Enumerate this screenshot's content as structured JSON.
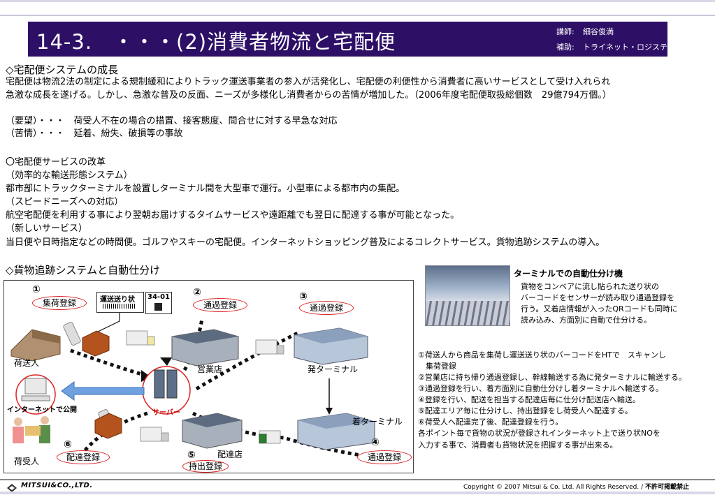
{
  "header": {
    "title": "14-3.　・・・(2)消費者物流と宅配便",
    "instructor_key": "講師:",
    "instructor": "細谷俊満",
    "assistant_key": "補助:",
    "assistant": "トライネット・ロジスティクス"
  },
  "section1": {
    "heading": "◇宅配便システムの成長",
    "lines": [
      "宅配便は物流2法の制定による規制緩和によりトラック運送事業者の参入が活発化し、宅配便の利便性から消費者に高いサービスとして受け入れられ",
      "急激な成長を遂げる。しかし、急激な普及の反面、ニーズが多様化し消費者からの苦情が増加した。（2006年度宅配便取扱総個数　29億794万個。）"
    ],
    "demands": "（要望）・・・　荷受人不在の場合の措置、接客態度、問合せに対する早急な対応",
    "complaints": "（苦情）・・・　延着、紛失、破損等の事故"
  },
  "section2": {
    "heading": "〇宅配便サービスの改革",
    "lines": [
      "（効率的な輸送形態システム）",
      "都市部にトラックターミナルを設置しターミナル間を大型車で運行。小型車による都市内の集配。",
      "（スピードニーズへの対応）",
      "航空宅配便を利用する事により翌朝お届けするタイムサービスや遠距離でも翌日に配達する事が可能となった。",
      "（新しいサービス）",
      "当日便や日時指定などの時間便。ゴルフやスキーの宅配便。インターネットショッピング普及によるコレクトサービス。貨物追跡システムの導入。"
    ]
  },
  "section3": {
    "heading": "◇貨物追跡システムと自動仕分け"
  },
  "diagram": {
    "steps": {
      "s1_num": "①",
      "s1": "集荷登録",
      "s2_num": "②",
      "s2": "通過登録",
      "s3_num": "③",
      "s3": "通過登録",
      "s4_num": "④",
      "s4": "通過登録",
      "s5_num": "⑤",
      "s5": "持出登録",
      "s6_num": "⑥",
      "s6": "配達登録"
    },
    "slip_label": "運送送り状",
    "slip_code": "34-01",
    "shipper": "荷送人",
    "branch": "営業店",
    "origin_terminal": "発ターミナル",
    "dest_terminal": "着ターミナル",
    "delivery_branch": "配達店",
    "server": "サーバー",
    "internet": "インターネットで公開",
    "receiver": "荷受人"
  },
  "photo_caption": {
    "title": "ターミナルでの自動仕分け機",
    "lines": [
      "貨物をコンベアに流し貼られた送り状の",
      "バーコードをセンサーが読み取り通過登録を",
      "行う。又着店情報が入ったQRコードも同時に",
      "読み込み、方面別に自動で仕分ける。"
    ]
  },
  "steps_text": [
    "①荷送人から商品を集荷し運送送り状のバーコードをHTで　スキャンし",
    "　集荷登録",
    "②営業店に持ち帰り通過登録し、幹線輸送する為に発ターミナルに輸送する。",
    "③通過登録を行い、着方面別に自動仕分けし着ターミナルへ輸送する。",
    "④登録を行い、配送を担当する配達店毎に仕分け配送店へ輸送。",
    "⑤配達エリア毎に仕分けし、持出登録をし荷受人へ配達する。",
    "⑥荷受人へ配達完了後、配達登録を行う。",
    "各ポイント毎で貨物の状況が登録されインターネット上で送り状NOを",
    "入力する事で、消費者も貨物状況を把握する事が出来る。"
  ],
  "footer": {
    "logo": "MITSUI&CO.,LTD.",
    "copyright": "Copyright © 2007 Mitsui & Co. Ltd. All Rights Reserved. / ",
    "notice": "不許可掲載禁止"
  },
  "colors": {
    "title_bg": "#2d0f66",
    "oval_border": "#d22222",
    "truck": "#2e7d32"
  }
}
